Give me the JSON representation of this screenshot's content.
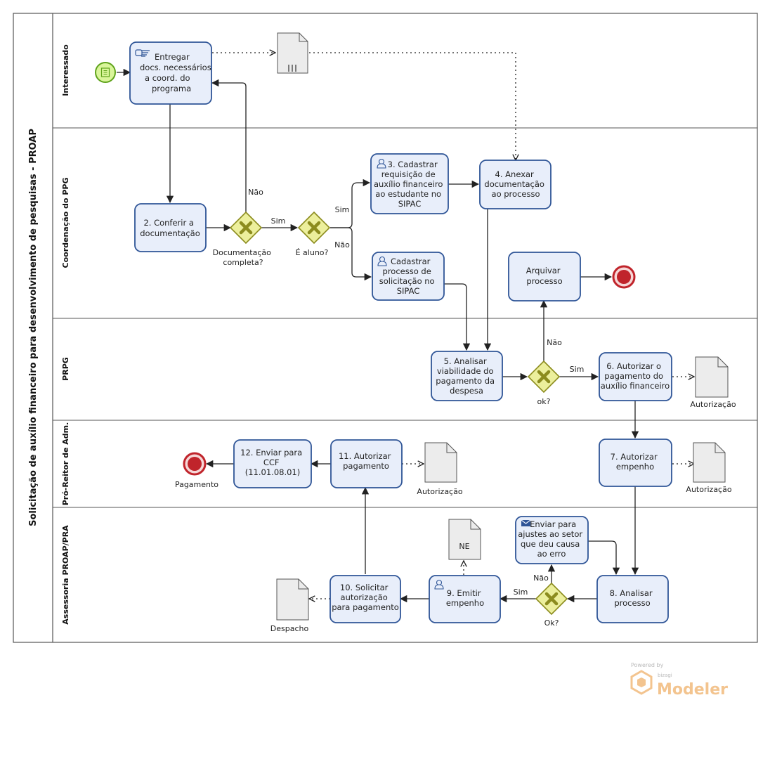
{
  "pool_title": "Solicitação de auxílio financeiro para desenvolvimento de pesquisas - PROAP",
  "lanes": [
    "Interessado",
    "Coordenação do PPG",
    "PRPG",
    "Pró-Reitor de Adm.",
    "Assessoria PROAP/PRA"
  ],
  "tasks": {
    "t1": [
      "Entregar",
      "docs. necessários",
      "a coord. do",
      "programa"
    ],
    "t2": [
      "2. Conferir a",
      "documentação"
    ],
    "t3": [
      "3. Cadastrar",
      "requisição de",
      "auxílio financeiro",
      "ao estudante no",
      "SIPAC"
    ],
    "t3b": [
      "Cadastrar",
      "processo de",
      "solicitação no",
      "SIPAC"
    ],
    "t4": [
      "4. Anexar",
      "documentação",
      "ao processo"
    ],
    "arq": [
      "Arquivar",
      "processo"
    ],
    "t5": [
      "5. Analisar",
      "viabilidade do",
      "pagamento da",
      "despesa"
    ],
    "t6": [
      "6. Autorizar o",
      "pagamento do",
      "auxílio financeiro"
    ],
    "t7": [
      "7. Autorizar",
      "empenho"
    ],
    "t8": [
      "8. Analisar",
      "processo"
    ],
    "t9": [
      "9. Emitir",
      "empenho"
    ],
    "t10": [
      "10. Solicitar",
      "autorização",
      "para pagamento"
    ],
    "t11": [
      "11. Autorizar",
      "pagamento"
    ],
    "t12": [
      "12. Enviar para",
      "CCF",
      "(11.01.08.01)"
    ],
    "tenv": [
      "Enviar para",
      "ajustes ao setor",
      "que deu causa",
      "ao erro"
    ]
  },
  "gateways": {
    "g1": [
      "Documentação",
      "completa?"
    ],
    "g2": [
      "É aluno?"
    ],
    "g3": [
      "ok?"
    ],
    "g4": [
      "Ok?"
    ]
  },
  "flow_labels": {
    "g1_no": "Não",
    "g1_yes": "Sim",
    "g2_yes": "Sim",
    "g2_no": "Não",
    "g3_no": "Não",
    "g3_yes": "Sim",
    "g4_no": "Não",
    "g4_yes": "Sim"
  },
  "artifacts": {
    "doc_autorizacao_1": "Autorização",
    "doc_autorizacao_2": "Autorização",
    "doc_autorizacao_3": "Autorização",
    "doc_ne": "NE",
    "doc_despacho": "Despacho"
  },
  "end_label": "Pagamento",
  "watermark": {
    "powered": "Powered by",
    "brand": "bizagi",
    "product": "Modeler"
  },
  "colors": {
    "task_fill": "#e8eefa",
    "task_stroke": "#2f5597",
    "gateway_fill": "#ecef9c",
    "gateway_stroke": "#8c8c1e",
    "start_fill": "#d9f59a",
    "start_stroke": "#5fa31b",
    "end_fill": "#c0242b",
    "document_fill": "#ececec"
  }
}
